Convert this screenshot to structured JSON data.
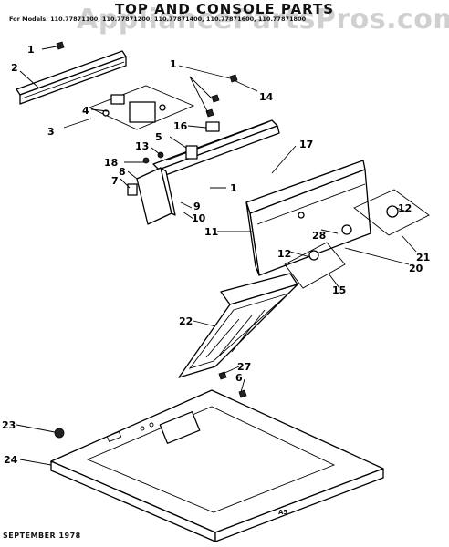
{
  "header": {
    "watermark": "AppliancePartsPros.com",
    "title": "TOP AND CONSOLE PARTS",
    "models": "For Models: 110.77871100, 110.77871200, 110.77871400, 110.77871600, 110.77871800"
  },
  "callouts": {
    "c1": "1",
    "c1b": "1",
    "c1c": "1",
    "c2": "2",
    "c3": "3",
    "c4": "4",
    "c5": "5",
    "c6": "6",
    "c7": "7",
    "c8": "8",
    "c9": "9",
    "c10": "10",
    "c11": "11",
    "c12a": "12",
    "c12b": "12",
    "c13": "13",
    "c14": "14",
    "c15": "15",
    "c16": "16",
    "c17": "17",
    "c18": "18",
    "c20": "20",
    "c21": "21",
    "c22": "22",
    "c23": "23",
    "c24": "24",
    "c27": "27",
    "c28": "28"
  },
  "footer": {
    "date": "SEPTEMBER 1978",
    "code": "A5"
  }
}
